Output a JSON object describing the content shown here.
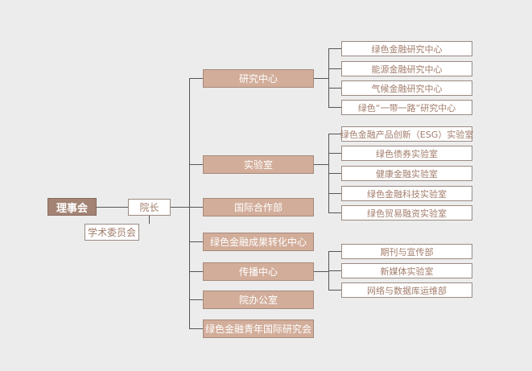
{
  "root": {
    "label": "理事会"
  },
  "president": {
    "label": "院长"
  },
  "committee": {
    "label": "学术委员会"
  },
  "departments": [
    {
      "label": "研究中心",
      "children": [
        "绿色金融研究中心",
        "能源金融研究中心",
        "气候金融研究中心",
        "绿色“一带一路”研究中心"
      ]
    },
    {
      "label": "实验室",
      "children": [
        "绿色金融产品创新（ESG）实验室",
        "绿色债券实验室",
        "健康金融实验室",
        "绿色金融科技实验室",
        "绿色贸易融资实验室"
      ]
    },
    {
      "label": "国际合作部",
      "children": []
    },
    {
      "label": "绿色金融成果转化中心",
      "children": []
    },
    {
      "label": "传播中心",
      "children": [
        "期刊与宣传部",
        "新媒体实验室",
        "网络与数据库运维部"
      ]
    },
    {
      "label": "院办公室",
      "children": []
    },
    {
      "label": "绿色金融青年国际研究会",
      "children": []
    }
  ],
  "colors": {
    "canvas": "#ececec",
    "root_fill": "#a38374",
    "department_fill": "#d2ad9a",
    "child_text": "#a27d6c",
    "line": "#555555"
  }
}
